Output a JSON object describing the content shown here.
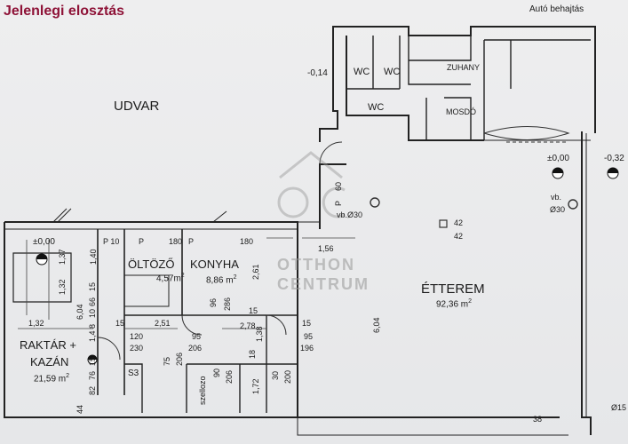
{
  "title": "Jelenlegi elosztás",
  "labels": {
    "auto_behajtas": "Autó behajtás",
    "udvar": "UDVAR",
    "wc1": "WC",
    "wc2": "WC",
    "wc3": "WC",
    "zuhany": "ZUHANY",
    "mosdo": "MOSDÓ",
    "etterem": "ÉTTEREM",
    "etterem_area": "92,36 m",
    "oltozo": "ÖLTÖZŐ",
    "oltozo_area": "4,57m",
    "konyha": "KONYHA",
    "konyha_area": "8,86 m",
    "raktar1": "RAKTÁR +",
    "raktar2": "KAZÁN",
    "raktar_area": "21,59 m",
    "szellozo": "szellozo",
    "s3": "S3",
    "level_neg014": "-0,14",
    "level_pm000_right": "±0,00",
    "level_neg032": "-0,32",
    "level_pm000_left": "±0,00",
    "vb1": "vb.",
    "vb1_dia": "Ø30",
    "vb2": "vb.Ø30",
    "pillar_a": "42",
    "pillar_b": "42",
    "corner_15": "Ø15",
    "p_60": "P",
    "n_60": "60"
  },
  "dims": {
    "d156": "1,56",
    "d604_right": "6,04",
    "d251": "2,51",
    "d278": "2,78",
    "d138": "1,38",
    "d261": "2,61",
    "d132a": "1,32",
    "d132b": "1,32",
    "d137": "1,37",
    "d140": "1,40",
    "d604_left": "6,04",
    "d15a": "15",
    "d15b": "15",
    "d15c": "15",
    "d15d": "15",
    "d15e": "15",
    "d96": "96",
    "d286": "286",
    "d120": "120",
    "d230": "230",
    "d95a": "95",
    "d206a": "206",
    "d95b": "95",
    "d196": "196",
    "d75": "75",
    "d206b": "206",
    "d90": "90",
    "d206c": "206",
    "d172": "1,72",
    "d30": "30",
    "d200": "200",
    "d18": "18",
    "d38": "38",
    "d44": "44",
    "p10": "P 10",
    "p_ol": "P",
    "n180a": "180",
    "p_ko": "P",
    "n180b": "180",
    "d148": "1,4 8",
    "d82": "82",
    "d76": "76",
    "d66": "66",
    "d10": "10"
  },
  "sup": {
    "m2": "2"
  },
  "watermark": {
    "logo": "OC",
    "line1": "OTTHON",
    "line2": "CENTRUM"
  }
}
